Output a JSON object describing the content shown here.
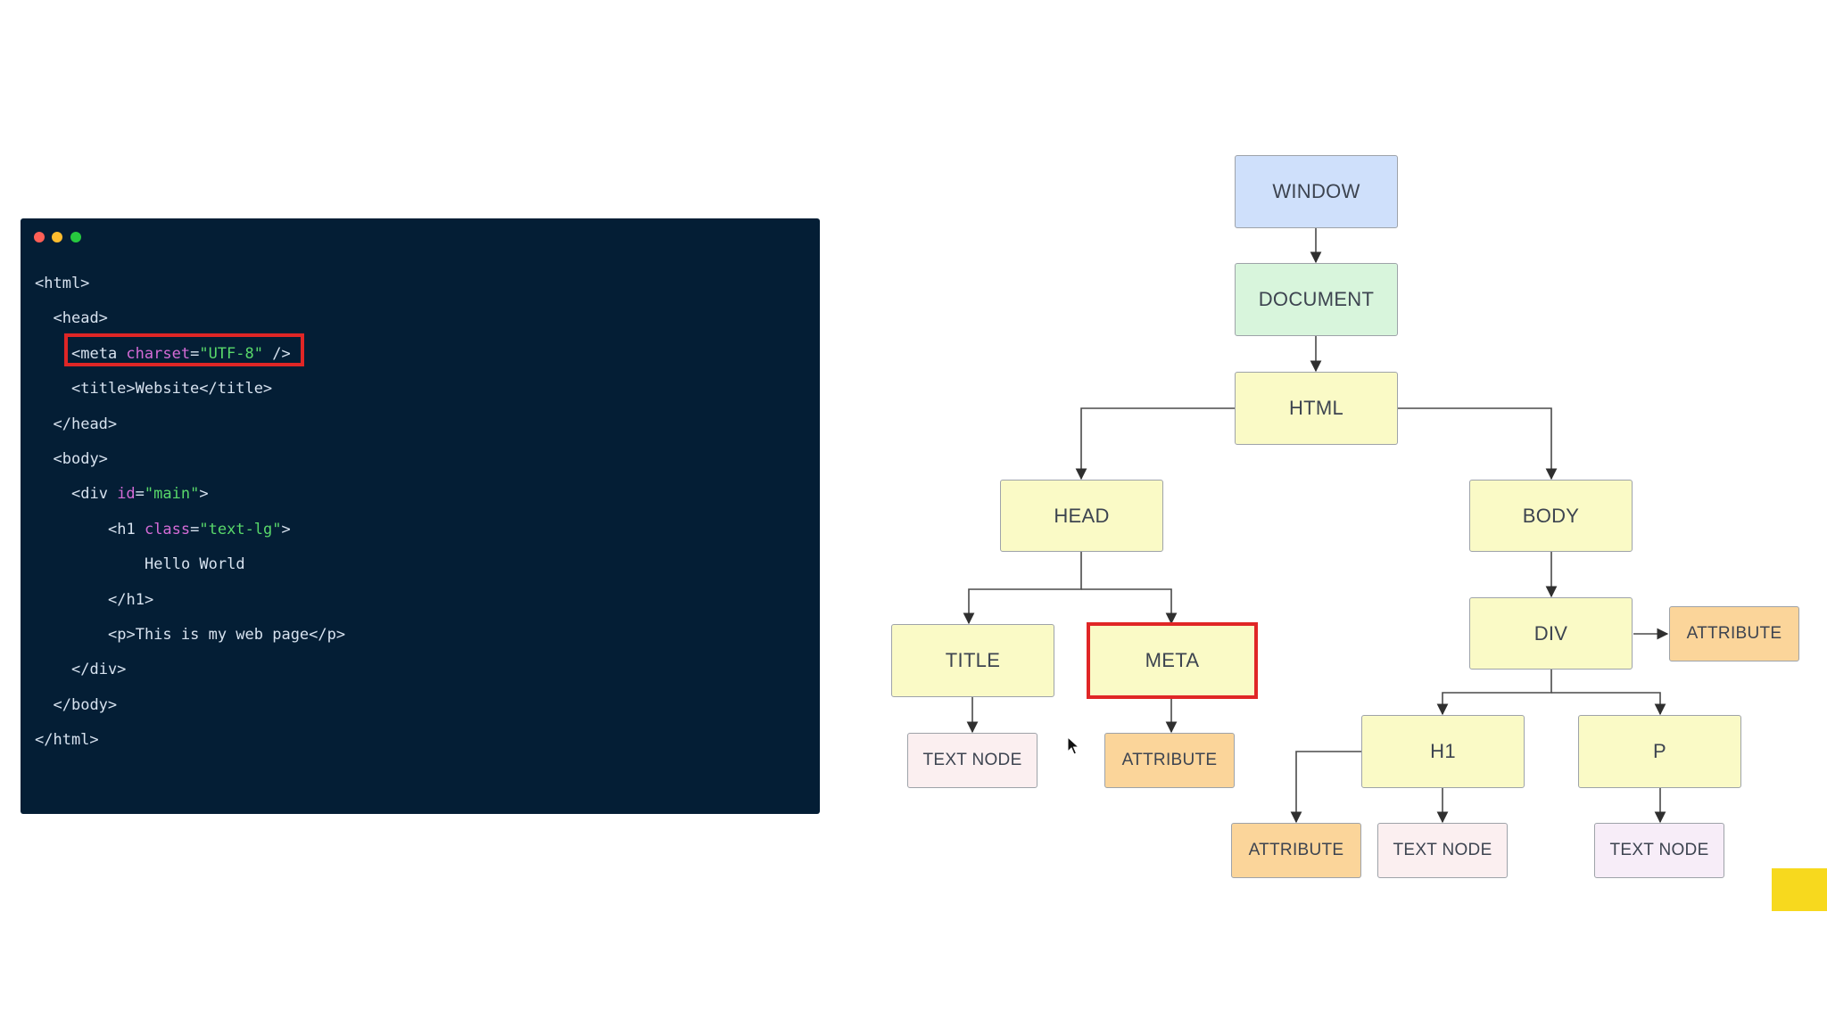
{
  "code": {
    "lines": [
      {
        "indent": 0,
        "segments": [
          {
            "t": "<html>",
            "c": "tag"
          }
        ]
      },
      {
        "indent": 1,
        "segments": [
          {
            "t": "<head>",
            "c": "tag"
          }
        ]
      },
      {
        "indent": 2,
        "segments": [
          {
            "t": "<meta ",
            "c": "tag"
          },
          {
            "t": "charset",
            "c": "attr"
          },
          {
            "t": "=",
            "c": "tag"
          },
          {
            "t": "\"UTF-8\"",
            "c": "str"
          },
          {
            "t": " />",
            "c": "tag"
          }
        ]
      },
      {
        "indent": 2,
        "segments": [
          {
            "t": "<title>Website</title>",
            "c": "tag"
          }
        ]
      },
      {
        "indent": 1,
        "segments": [
          {
            "t": "</head>",
            "c": "tag"
          }
        ]
      },
      {
        "indent": 1,
        "segments": [
          {
            "t": "<body>",
            "c": "tag"
          }
        ]
      },
      {
        "indent": 2,
        "segments": [
          {
            "t": "<div ",
            "c": "tag"
          },
          {
            "t": "id",
            "c": "attr"
          },
          {
            "t": "=",
            "c": "tag"
          },
          {
            "t": "\"main\"",
            "c": "str"
          },
          {
            "t": ">",
            "c": "tag"
          }
        ]
      },
      {
        "indent": 4,
        "segments": [
          {
            "t": "<h1 ",
            "c": "tag"
          },
          {
            "t": "class",
            "c": "attr"
          },
          {
            "t": "=",
            "c": "tag"
          },
          {
            "t": "\"text-lg\"",
            "c": "str"
          },
          {
            "t": ">",
            "c": "tag"
          }
        ]
      },
      {
        "indent": 6,
        "segments": [
          {
            "t": "Hello World",
            "c": "tag"
          }
        ]
      },
      {
        "indent": 4,
        "segments": [
          {
            "t": "</h1>",
            "c": "tag"
          }
        ]
      },
      {
        "indent": 4,
        "segments": [
          {
            "t": "<p>This is my web page</p>",
            "c": "tag"
          }
        ]
      },
      {
        "indent": 2,
        "segments": [
          {
            "t": "</div>",
            "c": "tag"
          }
        ]
      },
      {
        "indent": 1,
        "segments": [
          {
            "t": "</body>",
            "c": "tag"
          }
        ]
      },
      {
        "indent": 0,
        "segments": [
          {
            "t": "</html>",
            "c": "tag"
          }
        ]
      }
    ],
    "highlighted_line": 2
  },
  "tree": {
    "window": "WINDOW",
    "document": "DOCUMENT",
    "html": "HTML",
    "head": "HEAD",
    "body": "BODY",
    "title": "TITLE",
    "meta": "META",
    "div": "DIV",
    "div_attribute": "ATTRIBUTE",
    "title_text_node": "TEXT NODE",
    "meta_attribute": "ATTRIBUTE",
    "h1": "H1",
    "p": "P",
    "h1_attribute": "ATTRIBUTE",
    "h1_text_node": "TEXT NODE",
    "p_text_node": "TEXT NODE",
    "selected": "meta"
  },
  "colors": {
    "window_node": "#cfe0fb",
    "document_node": "#d8f5dc",
    "element_node": "#fafac6",
    "attribute_node": "#fbd59a",
    "text_node": "#fbeff0",
    "highlight": "#e02626",
    "editor_bg": "#041e35"
  }
}
